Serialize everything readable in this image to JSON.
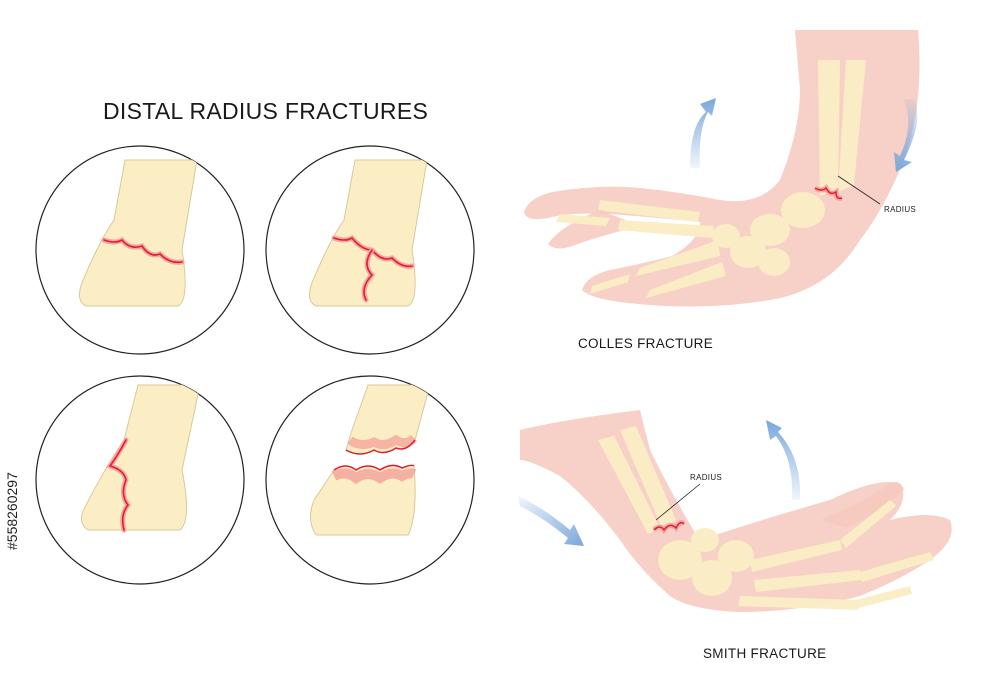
{
  "title": "DISTAL RADIUS FRACTURES",
  "captions": {
    "colles": "COLLES FRACTURE",
    "smith": "SMITH FRACTURE"
  },
  "labels": {
    "radius_colles": "RADIUS",
    "radius_smith": "RADIUS"
  },
  "stock_id": "#558260297",
  "colors": {
    "bone": "#fbeec4",
    "bone_stroke": "#d9c99a",
    "fracture": "#e0202e",
    "fracture_glow": "#f6a3a3",
    "skin": "#f6c9bd",
    "arrow": "#7aa7dc",
    "circle_stroke": "#222222"
  }
}
